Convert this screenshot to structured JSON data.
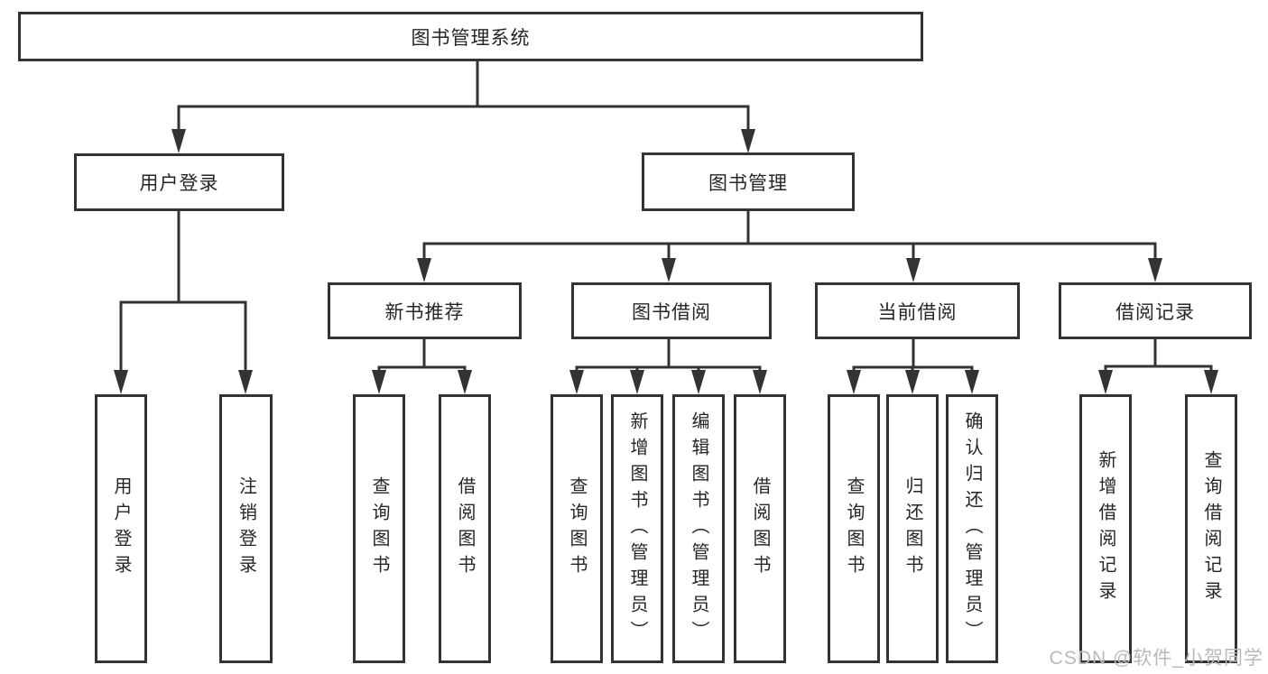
{
  "diagram": {
    "tree": {
      "label": "图书管理系统",
      "children": [
        {
          "label": "用户登录",
          "children": [
            {
              "label": "用户登录"
            },
            {
              "label": "注销登录"
            }
          ]
        },
        {
          "label": "图书管理",
          "children": [
            {
              "label": "新书推荐",
              "children": [
                {
                  "label": "查询图书"
                },
                {
                  "label": "借阅图书"
                }
              ]
            },
            {
              "label": "图书借阅",
              "children": [
                {
                  "label": "查询图书"
                },
                {
                  "label": "新增图书（管理员）"
                },
                {
                  "label": "编辑图书（管理员）"
                },
                {
                  "label": "借阅图书"
                }
              ]
            },
            {
              "label": "当前借阅",
              "children": [
                {
                  "label": "查询图书"
                },
                {
                  "label": "归还图书"
                },
                {
                  "label": "确认归还（管理员）"
                }
              ]
            },
            {
              "label": "借阅记录",
              "children": [
                {
                  "label": "新增借阅记录"
                },
                {
                  "label": "查询借阅记录"
                }
              ]
            }
          ]
        }
      ]
    },
    "watermark": "CSDN @软件_小贺同学",
    "colors": {
      "line": "#333333",
      "text": "#262626",
      "watermark": "#b9b9b9",
      "background": "#ffffff"
    }
  }
}
